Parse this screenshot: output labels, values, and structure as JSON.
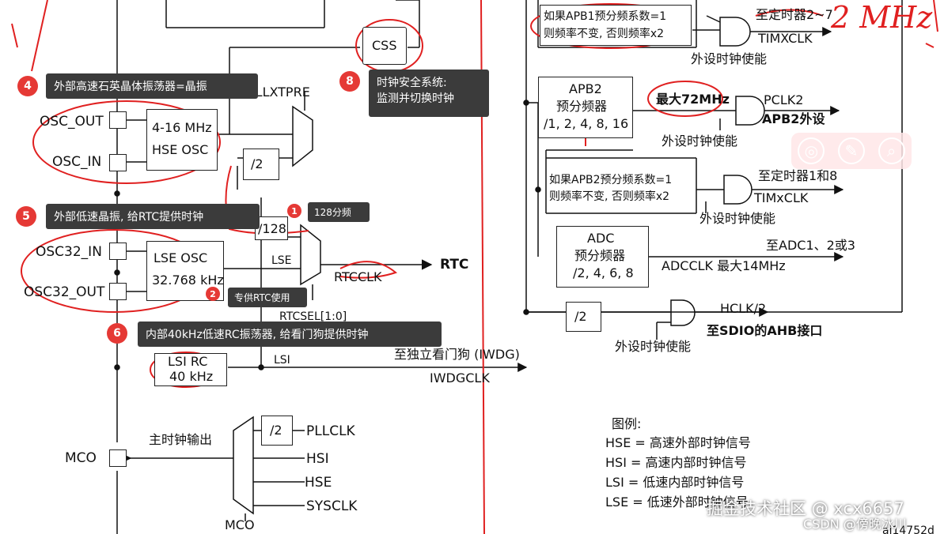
{
  "left": {
    "osc_out": "OSC_OUT",
    "osc_in": "OSC_IN",
    "hse_box": [
      "4-16 MHz",
      "HSE OSC"
    ],
    "pllxtpre": "PLLXTPRE",
    "div2": "/2",
    "css": "CSS",
    "div128": "/128",
    "osc32_in": "OSC32_IN",
    "osc32_out": "OSC32_OUT",
    "lse_box": [
      "LSE OSC",
      "32.768 kHz"
    ],
    "lse": "LSE",
    "rtcclk": "RTCCLK",
    "rtc": "RTC",
    "rtcsel": "RTCSEL[1:0]",
    "lsi_box": [
      "LSI RC",
      "40 kHz"
    ],
    "lsi": "LSI",
    "iwdg_cn": "至独立看门狗 (IWDG)",
    "iwdgclk": "IWDGCLK",
    "mco_title": "主时钟输出",
    "mco": "MCO",
    "mco_div2": "/2",
    "pllclk": "PLLCLK",
    "hsi": "HSI",
    "hse": "HSE",
    "sysclk": "SYSCLK",
    "mco_bottom": "MCO"
  },
  "right": {
    "apb1_note": [
      "如果APB1预分频系数=1",
      "则频率不变, 否则频率x2"
    ],
    "timer27": "至定时器2~7",
    "timxclk": "TIMXCLK",
    "periph_en1": "外设时钟使能",
    "apb2_box": [
      "APB2",
      "预分频器",
      "/1, 2, 4, 8, 16"
    ],
    "max72": "最大72MHz",
    "pclk2": "PCLK2",
    "apb2_periph": "APB2外设",
    "periph_en2": "外设时钟使能",
    "apb2_note": [
      "如果APB2预分频系数=1",
      "则频率不变, 否则频率x2"
    ],
    "timer18": "至定时器1和8",
    "timxclk2": "TIMxCLK",
    "periph_en3": "外设时钟使能",
    "adc_box": [
      "ADC",
      "预分频器",
      "/2, 4, 6, 8"
    ],
    "adc_to": "至ADC1、2或3",
    "adcclk": "ADCCLK  最大14MHz",
    "div2": "/2",
    "hclk2": "HCLK/2",
    "sdio": "至SDIO的AHB接口",
    "periph_en4": "外设时钟使能"
  },
  "legend": {
    "title": "图例:",
    "items": [
      "HSE = 高速外部时钟信号",
      "HSI = 高速内部时钟信号",
      "LSI = 低速内部时钟信号",
      "LSE = 低速外部时钟信号"
    ],
    "code": "ai14752d"
  },
  "annotations": {
    "n4": "4",
    "t4": "外部高速石英晶体振荡器=晶振",
    "n5": "5",
    "t5": "外部低速晶振, 给RTC提供时钟",
    "n6": "6",
    "t6": "内部40kHz低速RC振荡器, 给看门狗提供时钟",
    "n8": "8",
    "t8": [
      "时钟安全系统:",
      "监测并切换时钟"
    ],
    "n1": "1",
    "t1": "128分频",
    "n2": "2",
    "t2": "专供RTC使用"
  },
  "handwriting": {
    "mhz": "2 MHz"
  },
  "watermark": {
    "site": "掘金技术社区 @ xcx6657",
    "csdn": "CSDN @傍晚冰川"
  },
  "ai_panel": {
    "icons": [
      "ai-icon",
      "magic-wand-icon",
      "search-icon"
    ]
  }
}
